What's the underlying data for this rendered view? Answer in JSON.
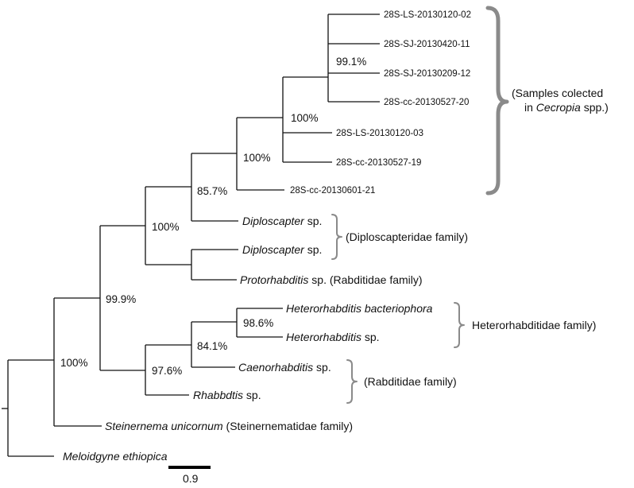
{
  "taxa": {
    "t1": {
      "name": "28S-LS-20130120-02"
    },
    "t2": {
      "name": "28S-SJ-20130420-11"
    },
    "t3": {
      "name": "28S-SJ-20130209-12"
    },
    "t4": {
      "name": "28S-cc-20130527-20"
    },
    "t5": {
      "name": "28S-LS-20130120-03"
    },
    "t6": {
      "name": "28S-cc-20130527-19"
    },
    "t7": {
      "name": "28S-cc-20130601-21"
    },
    "t8": {
      "genus": "Diploscapter",
      "suffix": " sp."
    },
    "t9": {
      "genus": "Diploscapter",
      "suffix": " sp."
    },
    "t10": {
      "genus": "Protorhabditis",
      "suffix": " sp. (Rabditidae family)"
    },
    "t11": {
      "genus": "Heterorhabditis bacteriophora",
      "suffix": ""
    },
    "t12": {
      "genus": "Heterorhabditis",
      "suffix": " sp."
    },
    "t13": {
      "genus": "Caenorhabditis",
      "suffix": " sp."
    },
    "t14": {
      "genus": "Rhabbdtis",
      "suffix": " sp."
    },
    "t15": {
      "genus": "Steinernema unicornum",
      "suffix": " (Steinernematidae family)"
    },
    "t16": {
      "genus": "Meloidgyne ethiopica",
      "suffix": ""
    }
  },
  "support": {
    "n991": "99.1%",
    "n100a": "100%",
    "n100b": "100%",
    "n857": "85.7%",
    "n100c": "100%",
    "n999": "99.9%",
    "n986": "98.6%",
    "n841": "84.1%",
    "n976": "97.6%",
    "n100d": "100%"
  },
  "groups": {
    "cecropia": {
      "line1": "(Samples colected",
      "line2_pre": "in ",
      "line2_italic": "Cecropia",
      "line2_post": " spp.)"
    },
    "diploscapteridae": {
      "label": "(Diploscapteridae family)"
    },
    "heterorhabditidae": {
      "label": "Heterorhabditidae family)"
    },
    "rabditidae": {
      "label": "(Rabditidae family)"
    }
  },
  "scale_bar": {
    "label": "0.9"
  }
}
